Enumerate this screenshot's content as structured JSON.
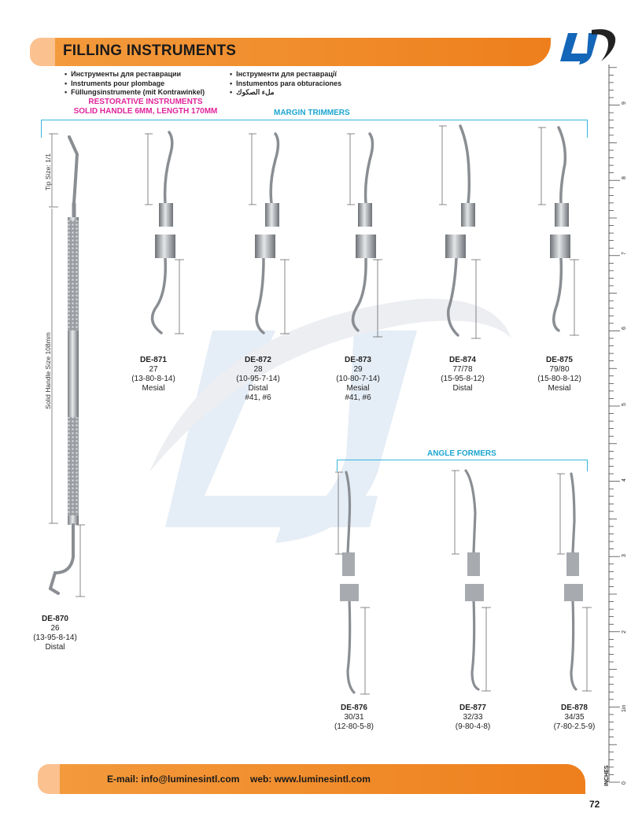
{
  "header": {
    "title": "FILLING INSTRUMENTS",
    "bullets_left": [
      "Инструменты для реставрации",
      "Instruments pour plombage",
      "Füllungsinstrumente (mit Kontrawinkel)"
    ],
    "bullets_right": [
      "Інструменти для реставрації",
      "Instumentos para obturaciones",
      "ملء الصكوك"
    ]
  },
  "subtitle": {
    "line1": "RESTORATIVE INSTRUMENTS",
    "line2": "SOLID HANDLE 6MM, LENGTH 170MM"
  },
  "sections": {
    "margin_trimmers": "MARGIN TRIMMERS",
    "angle_formers": "ANGLE FORMERS"
  },
  "dimensions": {
    "tip_size": "Tip Size: 1/1",
    "handle_size": "Solid Handle Size 108mm"
  },
  "instruments": [
    {
      "code": "DE-870",
      "size": "26",
      "spec": "(13-95-8-14)",
      "note": "Distal",
      "extra": ""
    },
    {
      "code": "DE-871",
      "size": "27",
      "spec": "(13-80-8-14)",
      "note": "Mesial",
      "extra": ""
    },
    {
      "code": "DE-872",
      "size": "28",
      "spec": "(10-95-7-14)",
      "note": "Distal",
      "extra": "#41, #6"
    },
    {
      "code": "DE-873",
      "size": "29",
      "spec": "(10-80-7-14)",
      "note": "Mesial",
      "extra": "#41, #6"
    },
    {
      "code": "DE-874",
      "size": "77/78",
      "spec": "(15-95-8-12)",
      "note": "Distal",
      "extra": ""
    },
    {
      "code": "DE-875",
      "size": "79/80",
      "spec": "(15-80-8-12)",
      "note": "Mesial",
      "extra": ""
    },
    {
      "code": "DE-876",
      "size": "30/31",
      "spec": "(12-80-5-8)",
      "note": "",
      "extra": ""
    },
    {
      "code": "DE-877",
      "size": "32/33",
      "spec": "(9-80-4-8)",
      "note": "",
      "extra": ""
    },
    {
      "code": "DE-878",
      "size": "34/35",
      "spec": "(7-80-2.5-9)",
      "note": "",
      "extra": ""
    }
  ],
  "ruler": {
    "unit_label": "INCHES",
    "in_label": "1in",
    "numbers": [
      "9",
      "8",
      "7",
      "6",
      "5",
      "4",
      "3",
      "2",
      "1",
      "0"
    ]
  },
  "footer": {
    "email": "E-mail: info@luminesintl.com",
    "web": "web: www.luminesintl.com"
  },
  "page_number": "72",
  "colors": {
    "orange": "#ee7f1c",
    "light_orange": "#fbc18f",
    "pink": "#e0249a",
    "cyan": "#1da6cf",
    "logo_blue": "#1466b8"
  }
}
